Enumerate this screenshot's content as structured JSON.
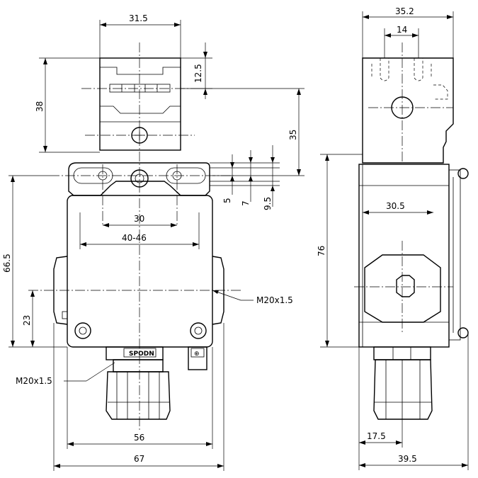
{
  "dimensions": {
    "front_top_width": "31.5",
    "front_slot": "12.5",
    "front_head_height": "38",
    "front_to_mount": "35",
    "front_offset_5": "5",
    "front_offset_7": "7",
    "front_offset_9_5": "9.5",
    "front_hole_30": "30",
    "front_range_40_46": "40-46",
    "front_height_66_5": "66.5",
    "front_height_23": "23",
    "front_width_56": "56",
    "front_width_67": "67",
    "side_top_width": "35.2",
    "side_slot_14": "14",
    "side_body_30_5": "30.5",
    "side_height_76": "76",
    "side_offset_17_5": "17.5",
    "side_width_39_5": "39.5"
  },
  "callouts": {
    "thread_side": "M20x1.5",
    "thread_bottom": "M20x1.5"
  },
  "labels": {
    "brand_plate": "SPODN",
    "terminal_mark": "⊕"
  }
}
